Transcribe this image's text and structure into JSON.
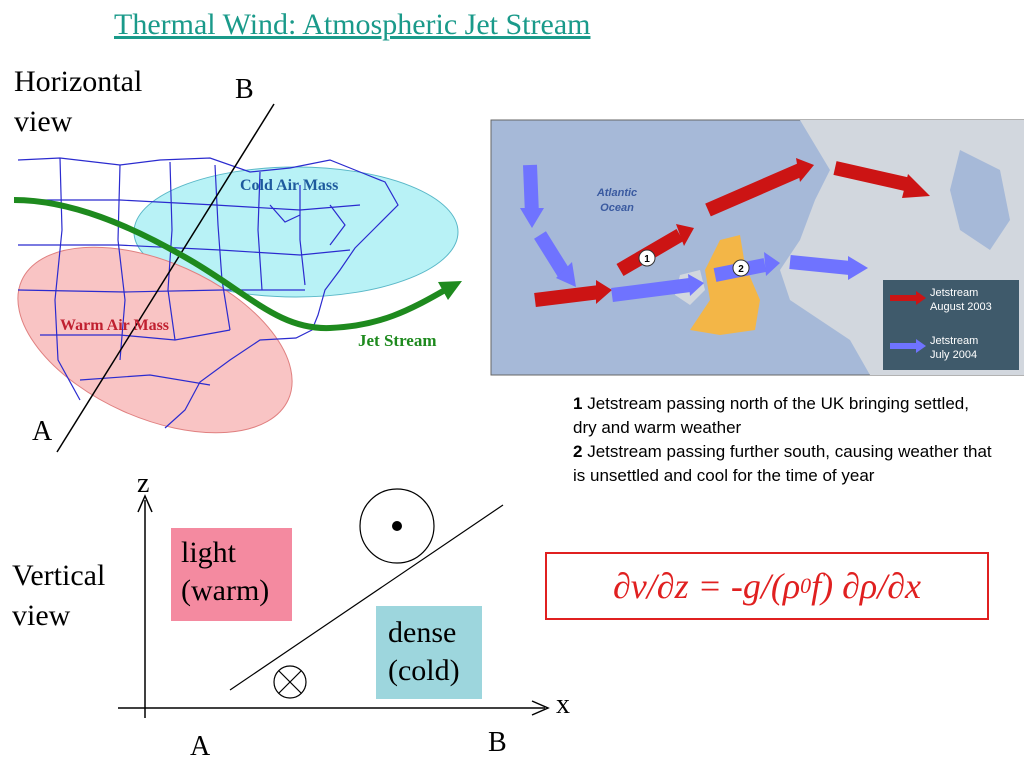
{
  "title": "Thermal Wind: Atmospheric Jet Stream",
  "horizontal": {
    "label_line1": "Horizontal",
    "label_line2": "view",
    "point_a": "A",
    "point_b": "B",
    "cold_label": "Cold Air Mass",
    "warm_label": "Warm Air Mass",
    "jet_label": "Jet Stream"
  },
  "map": {
    "ocean_label_line1": "Atlantic",
    "ocean_label_line2": "Ocean",
    "marker1": "1",
    "marker2": "2",
    "legend": [
      {
        "line1": "Jetstream",
        "line2": "August 2003",
        "color": "#cc1414"
      },
      {
        "line1": "Jetstream",
        "line2": "July 2004",
        "color": "#6f73ff"
      }
    ]
  },
  "description": {
    "item1_num": "1",
    "item1_text": " Jetstream passing north of the UK bringing settled, dry and warm weather",
    "item2_num": "2",
    "item2_text": " Jetstream passing further south, causing weather that is unsettled and cool for the time of year"
  },
  "vertical": {
    "label_line1": "Vertical",
    "label_line2": "view",
    "axis_z": "z",
    "axis_x": "x",
    "point_a": "A",
    "point_b": "B",
    "light_line1": "light",
    "light_line2": "(warm)",
    "dense_line1": "dense",
    "dense_line2": "(cold)"
  },
  "equation": {
    "main": "∂v/∂z = -g/(ρ",
    "subscript": "0",
    "rest": "f) ∂ρ/∂x"
  },
  "colors": {
    "title": "#1a9a8a",
    "cold_mass": "#b8f2f6",
    "warm_mass": "#f9c4c4",
    "jet_stream": "#1e8a1e",
    "equation": "#e02020"
  }
}
